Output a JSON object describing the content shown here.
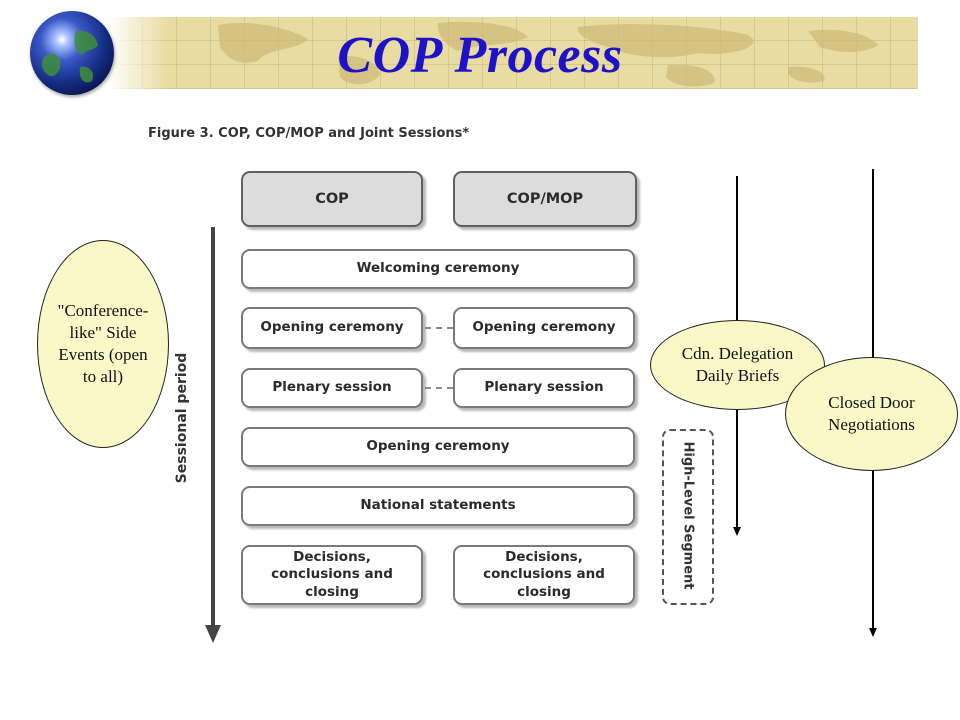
{
  "slide": {
    "title": "COP Process",
    "icons": {
      "globe": "globe-icon"
    },
    "colors": {
      "title": "#1e12c8",
      "banner": "#e9dca2",
      "ellipse_fill": "#fbf8c8"
    }
  },
  "figure": {
    "caption": "Figure 3. COP, COP/MOP and Joint Sessions*",
    "column_headers": [
      "COP",
      "COP/MOP"
    ],
    "rows": [
      {
        "label": "Welcoming ceremony"
      },
      {
        "cop": "Opening ceremony",
        "cop_mop": "Opening ceremony"
      },
      {
        "cop": "Plenary session",
        "cop_mop": "Plenary session"
      },
      {
        "label": "Opening ceremony"
      },
      {
        "label": "National statements"
      },
      {
        "cop": "Decisions, conclusions and closing",
        "cop_mop": "Decisions, conclusions and closing"
      }
    ],
    "axis_label": "Sessional period",
    "segment_label": "High-Level Segment"
  },
  "annotations": {
    "side_events": "\"Conference-like\" Side Events (open to all)",
    "daily_briefs": "Cdn. Delegation Daily Briefs",
    "closed_door": "Closed Door Negotiations"
  }
}
